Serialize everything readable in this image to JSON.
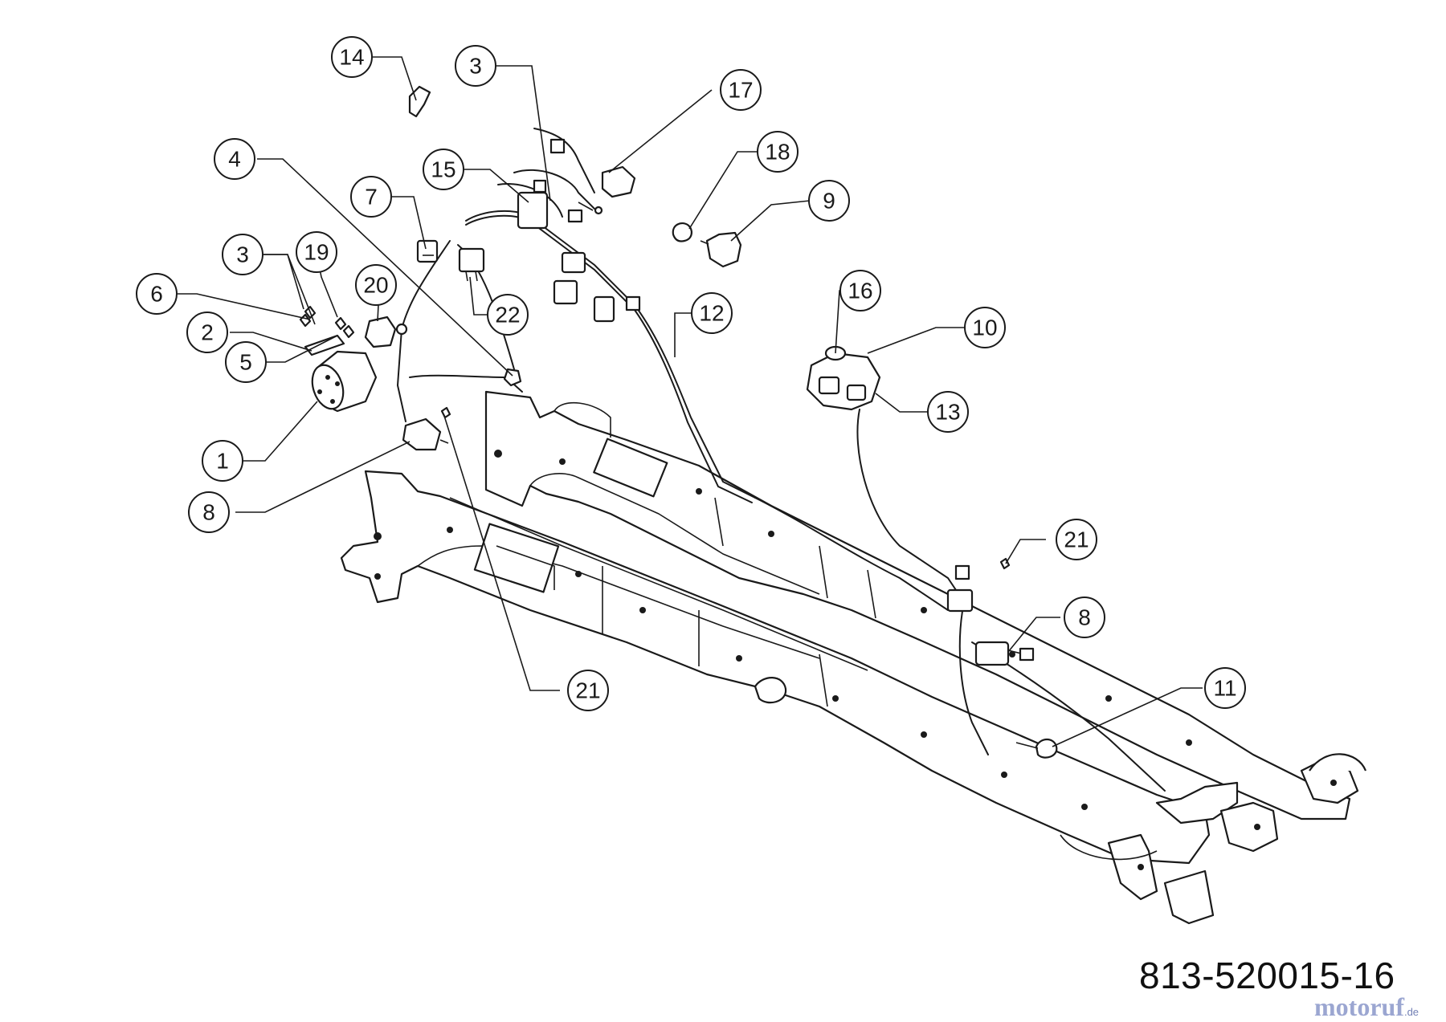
{
  "callouts": [
    "14",
    "3",
    "17",
    "4",
    "15",
    "18",
    "9",
    "7",
    "3",
    "19",
    "6",
    "20",
    "16",
    "10",
    "2",
    "22",
    "12",
    "5",
    "13",
    "1",
    "8",
    "21",
    "8",
    "21",
    "11"
  ],
  "drawing_number": "813-520015-16",
  "watermark": {
    "name": "motoruf",
    "tld": ".de",
    "color": "#8a97c9"
  },
  "colors": {
    "line": "#1a1a1a",
    "background": "#ffffff"
  }
}
